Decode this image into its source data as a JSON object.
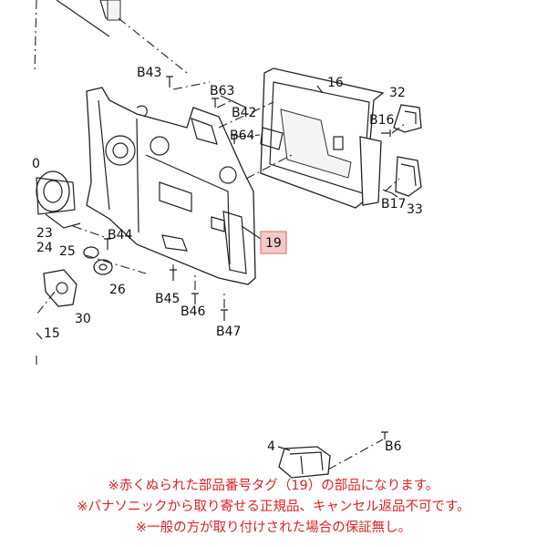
{
  "labels": {
    "b43": "B43",
    "b63": "B63",
    "b42": "B42",
    "b64": "B64",
    "p16": "16",
    "p32": "32",
    "b16": "B16",
    "b17": "B17",
    "p33": "33",
    "p19": "19",
    "p0": "0",
    "p23": "23",
    "p24": "24",
    "p25": "25",
    "b44": "B44",
    "p26": "26",
    "b45": "B45",
    "b46": "B46",
    "p30": "30",
    "b47": "B47",
    "p15": "15",
    "p4": "4",
    "b6": "B6"
  },
  "notes": [
    "※赤くぬられた部品番号タグ（19）の部品になります。",
    "※パナソニックから取り寄せる正規品、キャンセル返品不可です。",
    "※一般の方が取り付けされた場合の保証無し。"
  ],
  "colors": {
    "note_text": "#dd2222",
    "highlight_fill": "#f6c9c9",
    "highlight_border": "#e08a8a"
  }
}
